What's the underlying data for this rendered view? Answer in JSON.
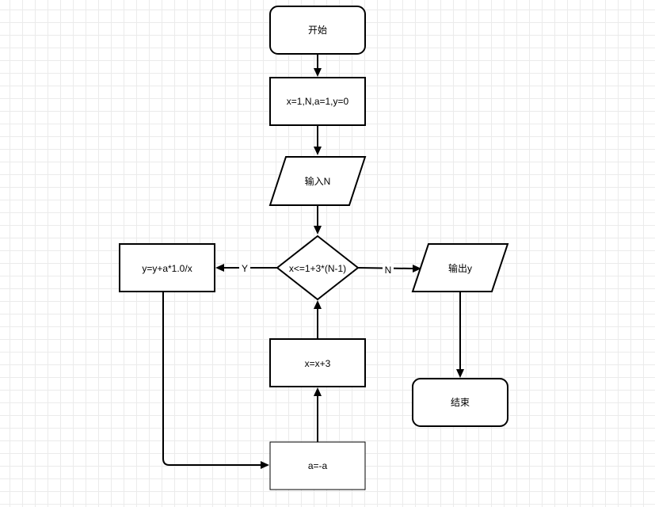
{
  "nodes": {
    "start": "开始",
    "init": "x=1,N,a=1,y=0",
    "input": "输入N",
    "condition": "x<=1+3*(N-1)",
    "accumulate": "y=y+a*1.0/x",
    "output": "输出y",
    "increment": "x=x+3",
    "end": "结束",
    "negate": "a=-a"
  },
  "edge_labels": {
    "yes": "Y",
    "no": "N"
  }
}
